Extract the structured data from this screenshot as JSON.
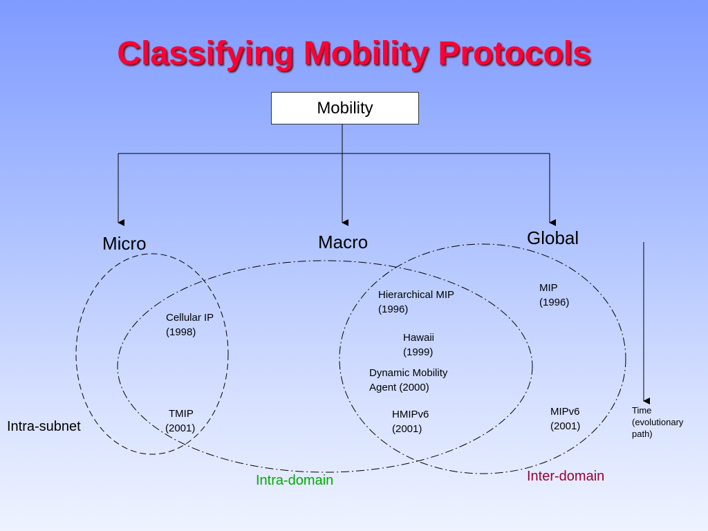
{
  "title": "Classifying Mobility Protocols",
  "root": "Mobility",
  "categories": {
    "micro": "Micro",
    "macro": "Macro",
    "global": "Global"
  },
  "scopes": {
    "intra_subnet": "Intra-subnet",
    "intra_domain": "Intra-domain",
    "inter_domain": "Inter-domain"
  },
  "protocols": {
    "cellular_ip": {
      "name": "Cellular IP",
      "year": "(1998)"
    },
    "tmip": {
      "name": "TMIP",
      "year": "(2001)"
    },
    "hierarchical_mip": {
      "name": "Hierarchical MIP",
      "year": "(1996)"
    },
    "hawaii": {
      "name": "Hawaii",
      "year": "(1999)"
    },
    "dma": {
      "name": "Dynamic Mobility",
      "year": "Agent (2000)"
    },
    "hmipv6": {
      "name": "HMIPv6",
      "year": "(2001)"
    },
    "mip": {
      "name": "MIP",
      "year": "(1996)"
    },
    "mipv6": {
      "name": "MIPv6",
      "year": "(2001)"
    }
  },
  "time_axis": {
    "line1": "Time",
    "line2": "(evolutionary",
    "line3": "path)"
  },
  "colors": {
    "title": "#ff0033",
    "intra_domain": "#00aa00",
    "inter_domain": "#990033"
  }
}
